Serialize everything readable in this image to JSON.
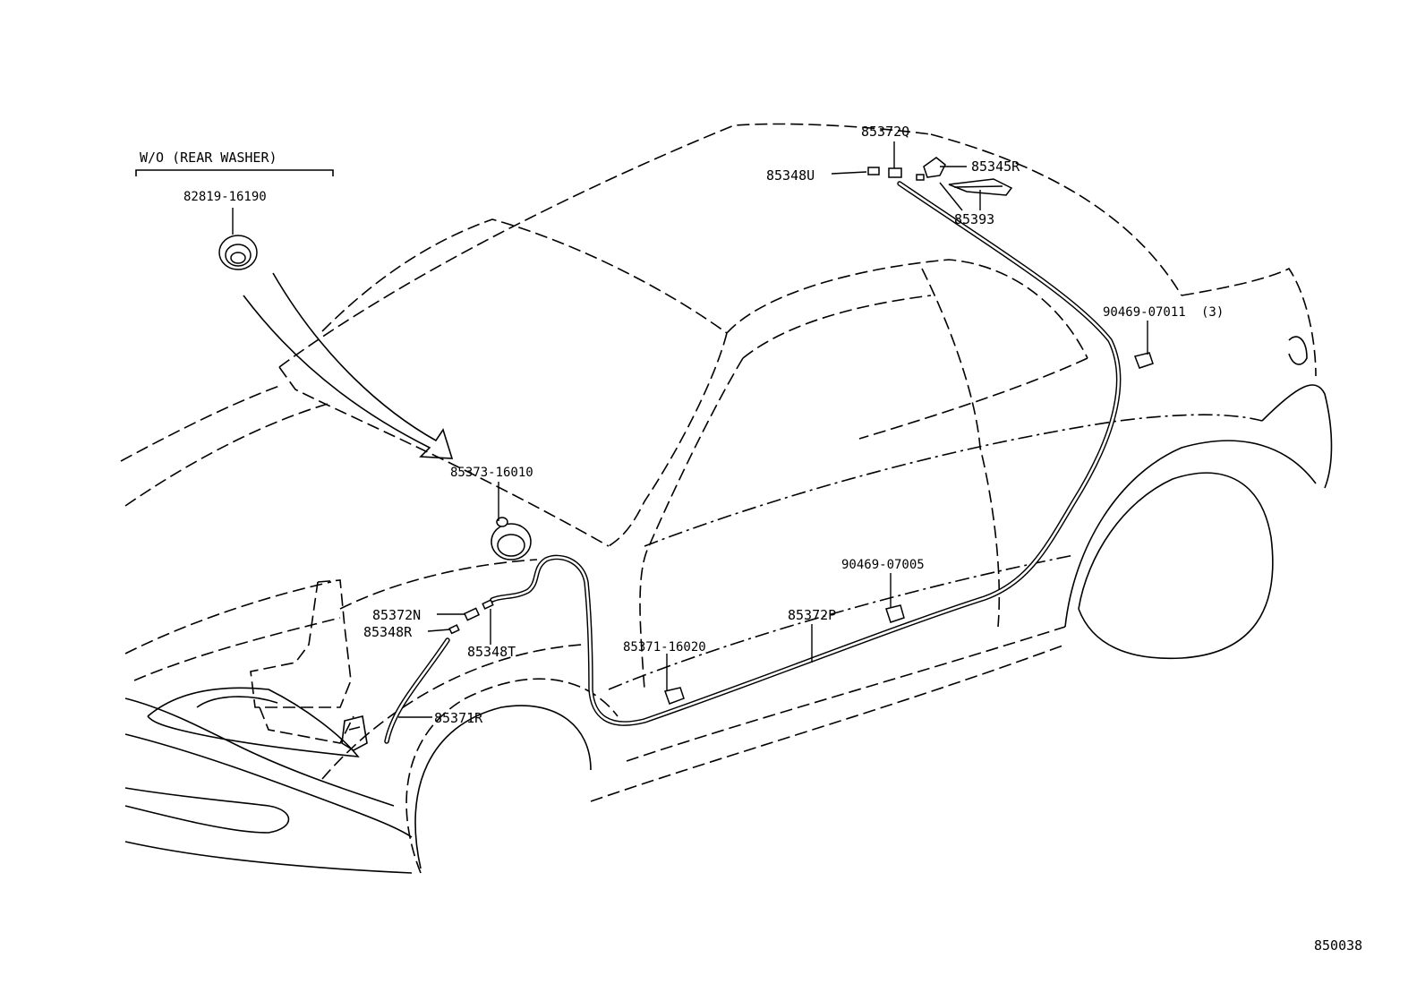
{
  "variant": {
    "heading": "W/O (REAR WASHER)",
    "part": "82819-16190"
  },
  "parts": {
    "p85372Q": "85372Q",
    "p85348U": "85348U",
    "p85345R": "85345R",
    "p85393": "85393",
    "p90469_07011": "90469-07011",
    "p90469_07011_qty": "(3)",
    "p85373_16010": "85373-16010",
    "p90469_07005": "90469-07005",
    "p85372N": "85372N",
    "p85372P": "85372P",
    "p85348R": "85348R",
    "p85348T": "85348T",
    "p85371_16020": "85371-16020",
    "p85371R": "85371R"
  },
  "diagram_id": "850038"
}
